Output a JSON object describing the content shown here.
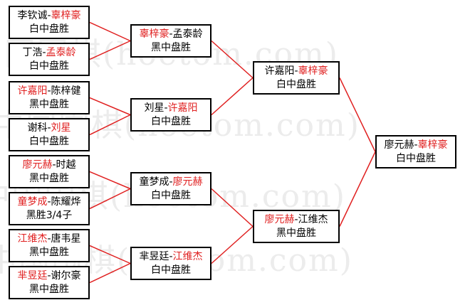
{
  "colors": {
    "winner": "#e02020",
    "text": "#000000",
    "connector": "#e02020",
    "watermark": "#ececec"
  },
  "watermark": "中国围棋(hoetom.com)",
  "round1": [
    {
      "left": "李钦诚",
      "right": "辜梓豪",
      "winner": "right",
      "result": "白中盘胜"
    },
    {
      "left": "丁浩",
      "right": "孟泰龄",
      "winner": "right",
      "result": "白中盘胜"
    },
    {
      "left": "许嘉阳",
      "right": "陈梓健",
      "winner": "left",
      "result": "黑中盘胜"
    },
    {
      "left": "谢科",
      "right": "刘星",
      "winner": "right",
      "result": "白中盘胜"
    },
    {
      "left": "廖元赫",
      "right": "时越",
      "winner": "left",
      "result": "黑中盘胜"
    },
    {
      "left": "童梦成",
      "right": "陈耀烨",
      "winner": "left",
      "result": "黑胜3/4子"
    },
    {
      "left": "江维杰",
      "right": "唐韦星",
      "winner": "left",
      "result": "黑中盘胜"
    },
    {
      "left": "芈昱廷",
      "right": "谢尔豪",
      "winner": "left",
      "result": "黑中盘胜"
    }
  ],
  "round2": [
    {
      "left": "辜梓豪",
      "right": "孟泰龄",
      "winner": "left",
      "result": "黑中盘胜"
    },
    {
      "left": "刘星",
      "right": "许嘉阳",
      "winner": "right",
      "result": "白中盘胜"
    },
    {
      "left": "童梦成",
      "right": "廖元赫",
      "winner": "right",
      "result": "白中盘胜"
    },
    {
      "left": "芈昱廷",
      "right": "江维杰",
      "winner": "right",
      "result": "白中盘胜"
    }
  ],
  "round3": [
    {
      "left": "许嘉阳",
      "right": "辜梓豪",
      "winner": "right",
      "result": "白中盘胜"
    },
    {
      "left": "廖元赫",
      "right": "江维杰",
      "winner": "left",
      "result": "黑中盘胜"
    }
  ],
  "final": [
    {
      "left": "廖元赫",
      "right": "辜梓豪",
      "winner": "right",
      "result": "白中盘胜"
    }
  ]
}
